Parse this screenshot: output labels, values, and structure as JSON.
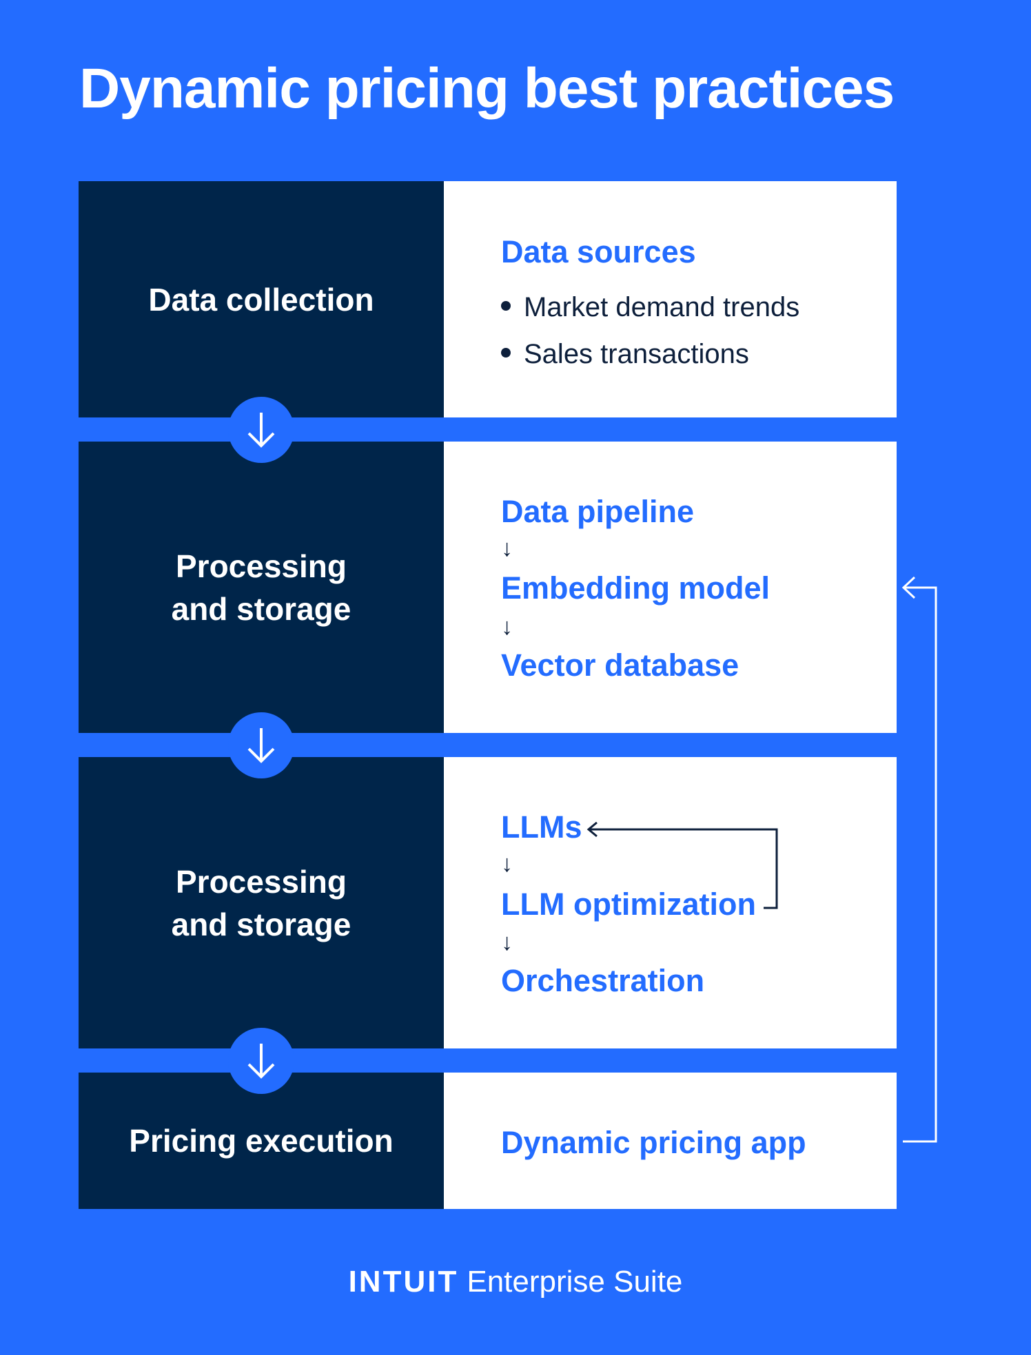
{
  "title": "Dynamic pricing best practices",
  "rows": [
    {
      "label": "Data collection",
      "heading": "Data sources",
      "bullets": [
        "Market demand trends",
        "Sales transactions"
      ]
    },
    {
      "label": "Processing\nand storage",
      "steps": [
        "Data pipeline",
        "Embedding model",
        "Vector database"
      ]
    },
    {
      "label": "Processing\nand storage",
      "steps": [
        "LLMs",
        "LLM optimization",
        "Orchestration"
      ]
    },
    {
      "label": "Pricing execution",
      "heading": "Dynamic pricing app"
    }
  ],
  "footer": {
    "brand": "INTUIT",
    "product": "Enterprise Suite"
  },
  "colors": {
    "background": "#236cff",
    "dark_panel": "#00254a",
    "accent_text": "#236cff",
    "body_text": "#0d1f3b"
  }
}
